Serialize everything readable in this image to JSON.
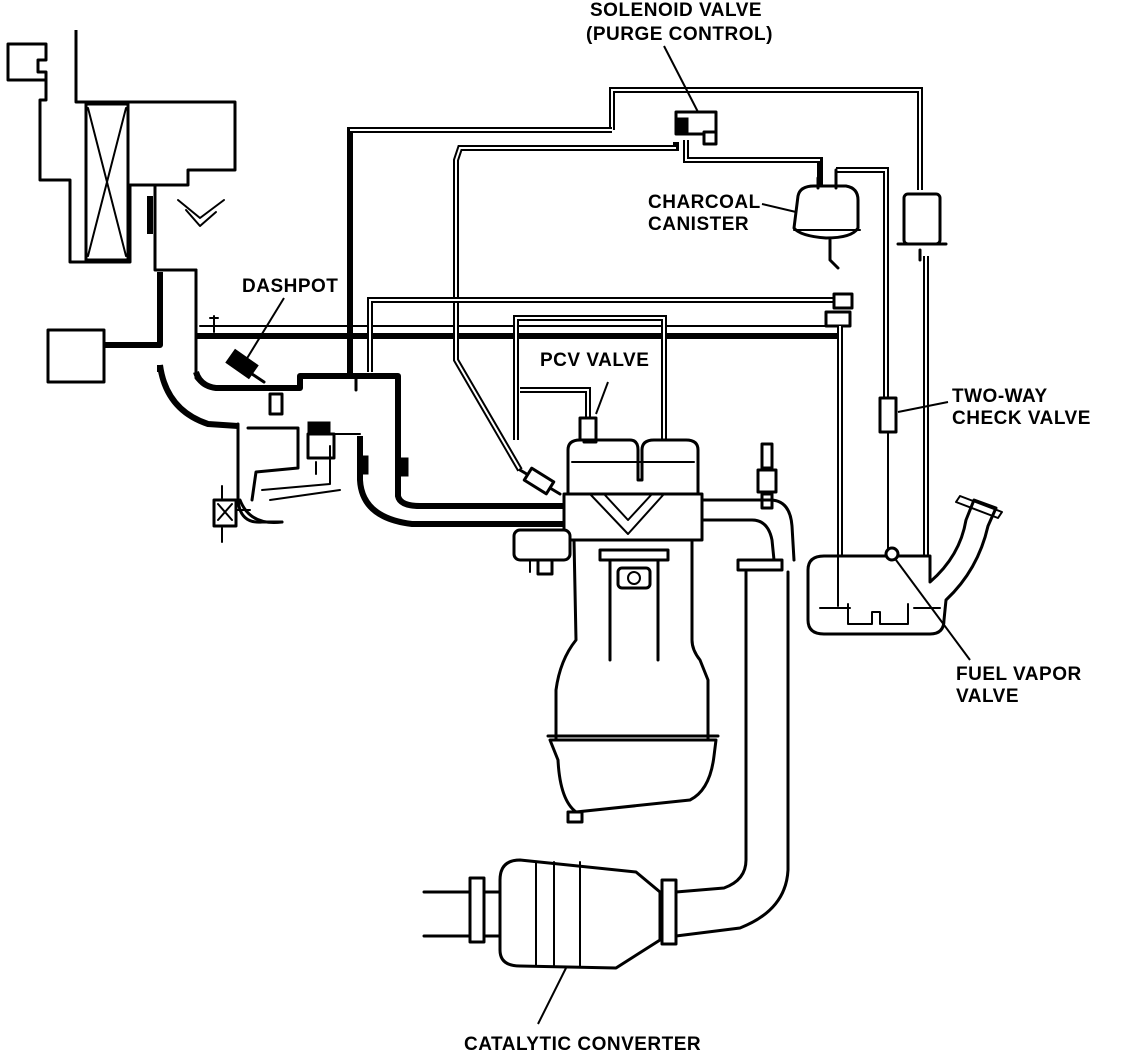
{
  "labels": {
    "solenoid_line1": "SOLENOID VALVE",
    "solenoid_line2": "(PURGE CONTROL)",
    "charcoal_line1": "CHARCOAL",
    "charcoal_line2": "CANISTER",
    "dashpot": "DASHPOT",
    "pcv_valve": "PCV VALVE",
    "two_way_line1": "TWO-WAY",
    "two_way_line2": "CHECK VALVE",
    "fuel_vapor_line1": "FUEL VAPOR",
    "fuel_vapor_line2": "VALVE",
    "catalytic_converter": "CATALYTIC CONVERTER"
  }
}
